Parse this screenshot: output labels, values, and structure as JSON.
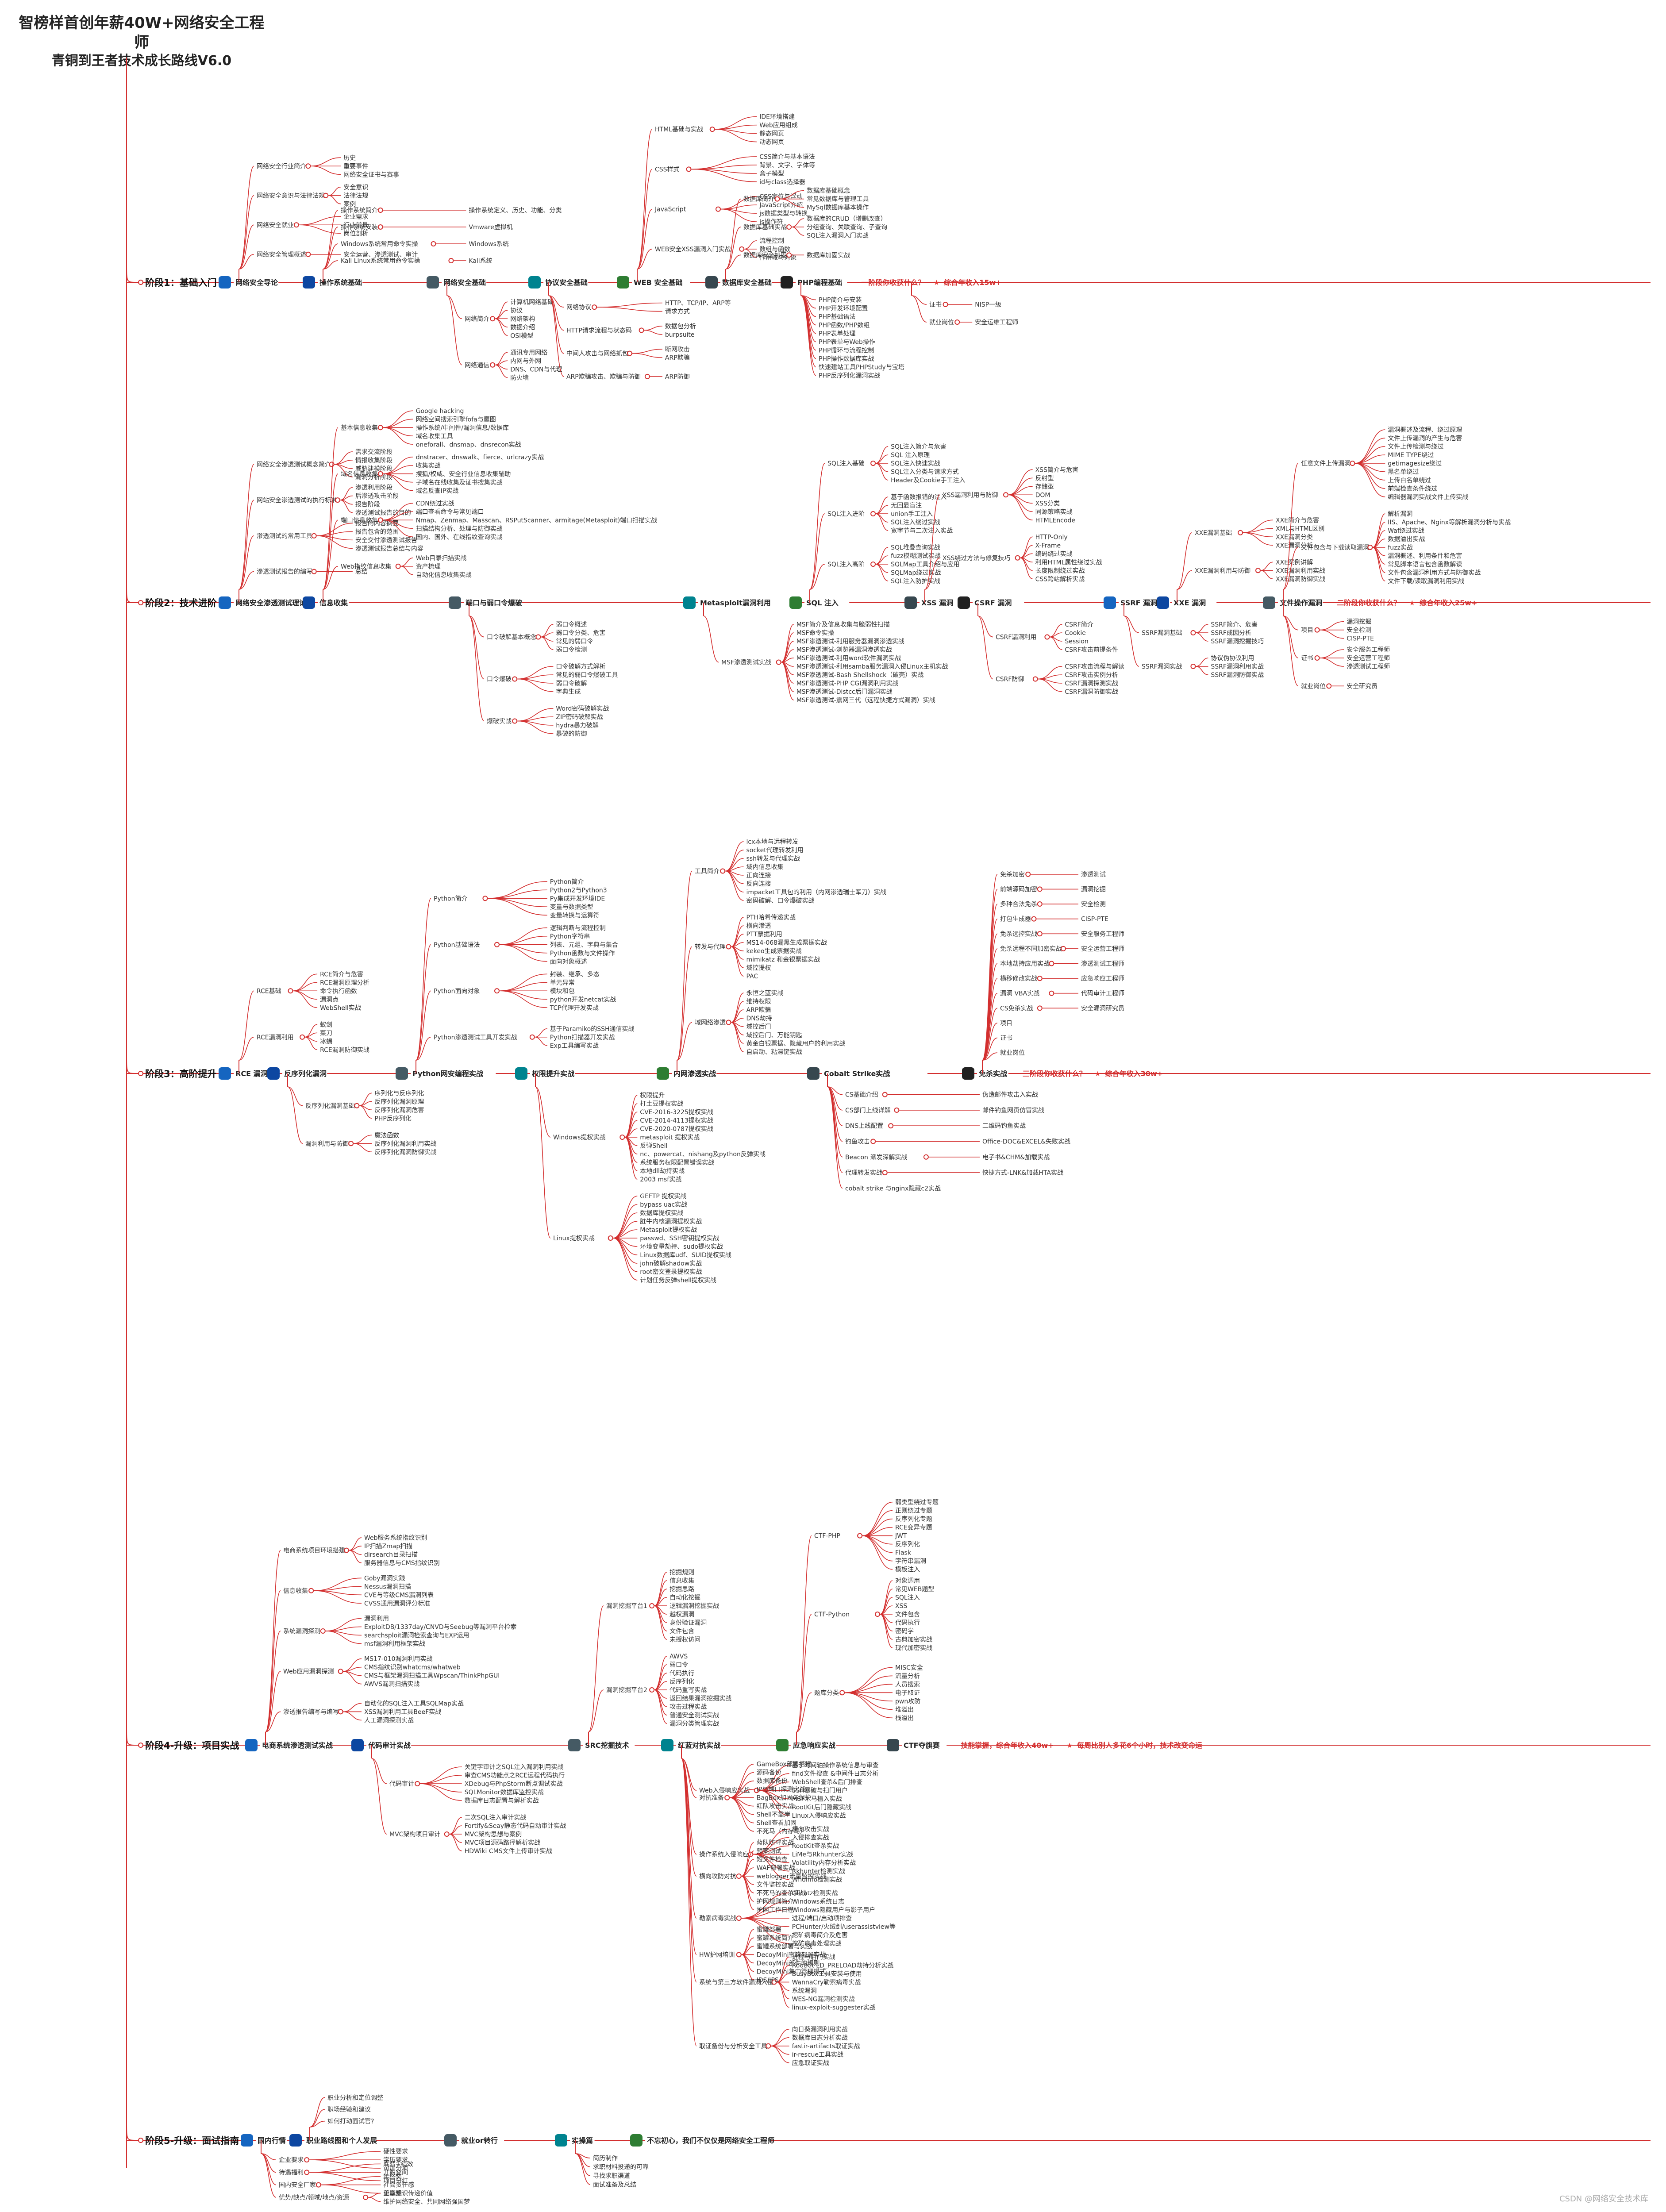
{
  "title": {
    "line1": "智榜样首创年薪40W+网络安全工程师",
    "line2": "青铜到王者技术成长路线V6.0"
  },
  "stages": [
    {
      "label": "阶段1：基础入门",
      "main": [
        "网络安全导论",
        "操作系统基础",
        "网络安全基础",
        "协议安全基础",
        "WEB 安全基础",
        "数据库安全基础",
        "PHP编程基础"
      ],
      "notes": [
        "一阶段你收获什么？",
        "综合年收入15w+"
      ]
    },
    {
      "label": "阶段2：技术进阶",
      "main": [
        "网络安全渗透测试理论",
        "信息收集",
        "端口与弱口令爆破",
        "Metasploit漏洞利用",
        "SQL 注入",
        "XSS 漏洞",
        "CSRF 漏洞",
        "SSRF 漏洞",
        "XXE 漏洞",
        "文件操作漏洞"
      ],
      "notes": [
        "二阶段你收获什么？",
        "综合年收入25w+"
      ]
    },
    {
      "label": "阶段3：高阶提升",
      "main": [
        "RCE 漏洞",
        "反序列化漏洞",
        "Python网安编程实战",
        "权限提升实战",
        "内网渗透实战",
        "Cobalt Strike实战",
        "免杀实战"
      ],
      "notes": [
        "三阶段你收获什么？",
        "综合年收入30w+"
      ]
    },
    {
      "label": "阶段4-升级：项目实战",
      "main": [
        "电商系统渗透测试实战",
        "代码审计实战",
        "SRC挖掘技术",
        "红蓝对抗实战",
        "应急响应实战",
        "CTF夺旗赛"
      ],
      "notes": [
        "技能掌握，综合年收入40w+",
        "每周比别人多花6个小时，技术改变命运"
      ]
    },
    {
      "label": "阶段5-升级：面试指南",
      "main": [
        "国内行情",
        "职业路线图和个人发展",
        "就业or转行",
        "实操篇",
        "不忘初心，我们不仅仅是网络安全工程师"
      ],
      "notes": []
    }
  ],
  "branches": [
    {
      "stage": 0,
      "main": 0,
      "items": [
        "网络安全行业简介",
        "网络安全意识与法律法规",
        "网络安全就业",
        "网络安全管理概述"
      ],
      "subs": [
        "历史",
        "重要事件",
        "网络安全证书与赛事",
        "安全意识",
        "法律法规",
        "案例",
        "企业需求",
        "行业前景",
        "岗位剖析",
        "安全运营、渗透测试、审计"
      ]
    },
    {
      "stage": 0,
      "main": 2,
      "items": [
        "网络简介",
        "网络通信"
      ],
      "subs": [
        "计算机网络基础",
        "协议",
        "网络架构",
        "数据介绍",
        "OSI模型",
        "通讯专用网络",
        "内网与外网",
        "DNS、CDN与代理",
        "防火墙"
      ]
    },
    {
      "stage": 0,
      "main": 4,
      "items": [
        "HTML基础与实战",
        "CSS样式",
        "JavaScript",
        "WEB安全XSS漏洞入门实战"
      ],
      "subs": [
        "IDE环境搭建",
        "Web应用组成",
        "静态网页",
        "动态网页",
        "CSS简介与基本语法",
        "背景、文字、字体等",
        "盒子模型",
        "id与class选择器",
        "CSS定位与浮动",
        "JavaScript介绍",
        "js数据类型与转换",
        "js操作符",
        "流程控制",
        "数组与函数",
        "作用域与对象"
      ]
    },
    {
      "stage": 0,
      "main": 6,
      "items": [
        "PHP简介与安装",
        "PHP开发环境配置",
        "PHP基础语法",
        "PHP函数/PHP数组",
        "PHP表单处理",
        "PHP表单与Web操作",
        "PHP循环与流程控制",
        "PHP操作数据库实战",
        "快速建站工具PHPStudy与宝塔",
        "PHP反序列化漏洞实战"
      ],
      "subs": []
    },
    {
      "stage": 0,
      "main": 1,
      "items": [
        "操作系统简介",
        "操作系统安装",
        "Windows系统常用命令实操",
        "Kali Linux系统常用命令实操"
      ],
      "subs": [
        "操作系统定义、历史、功能、分类",
        "Vmware虚拟机",
        "Windows系统",
        "Kali系统"
      ]
    },
    {
      "stage": 0,
      "main": 3,
      "items": [
        "网络协议",
        "HTTP请求流程与状态码",
        "中间人攻击与网络抓包",
        "ARP欺骗攻击、欺骗与防御"
      ],
      "subs": [
        "HTTP、TCP/IP、ARP等",
        "请求方式",
        "数据包分析",
        "burpsuite",
        "断网攻击",
        "ARP欺骗",
        "ARP防御"
      ]
    },
    {
      "stage": 0,
      "main": 5,
      "items": [
        "数据库简介",
        "数据库基础实战",
        "数据库安全加固"
      ],
      "subs": [
        "数据库基础概念",
        "常见数据库与管理工具",
        "MySql数据库基本操作",
        "数据库的CRUD（增删改查）",
        "分组查询、关联查询、子查询",
        "SQL注入漏洞入门实战",
        "数据库加固实战"
      ]
    },
    {
      "stage": 0,
      "main": 7,
      "items": [
        "证书",
        "就业岗位"
      ],
      "subs": [
        "NISP一级",
        "安全运维工程师"
      ]
    },
    {
      "stage": 1,
      "main": 0,
      "items": [
        "网络安全渗透测试概念简介",
        "网站安全渗透测试的执行标准",
        "渗透测试的常用工具",
        "渗透测试报告的编写"
      ],
      "subs": [
        "需求交流阶段",
        "情报收集阶段",
        "威胁建模阶段",
        "漏洞分析阶段",
        "渗透利用阶段",
        "后渗透攻击阶段",
        "报告阶段",
        "渗透测试报告的目的",
        "报告的内容摘要",
        "报告包含的范围",
        "安全交付渗透测试报告",
        "渗透测试报告总结与内容",
        "总结"
      ]
    },
    {
      "stage": 1,
      "main": 2,
      "items": [
        "口令破解基本概念",
        "口令爆破",
        "爆破实战"
      ],
      "subs": [
        "弱口令概述",
        "弱口令分类、危害",
        "常见的弱口令",
        "弱口令检测",
        "口令破解方式解析",
        "常见的弱口令爆破工具",
        "弱口令破解",
        "字典生成",
        "Word密码破解实战",
        "ZIP密码破解实战",
        "hydra暴力破解",
        "暴破的防御"
      ]
    },
    {
      "stage": 1,
      "main": 4,
      "items": [
        "SQL注入基础",
        "SQL注入进阶",
        "SQL注入高阶"
      ],
      "subs": [
        "SQL注入简介与危害",
        "SQL 注入原理",
        "SQL注入快速实战",
        "SQL注入分类与请求方式",
        "Header及Cookie手工注入",
        "基于函数报错的注入",
        "无回显盲注",
        "union手工注入",
        "SQL注入绕过实战",
        "宽字节与二次注入实战",
        "SQL堆叠查询实战",
        "fuzz模糊测试实战",
        "SQLMap工具介绍与应用",
        "SQLMap绕过实战",
        "SQL注入防护实战"
      ]
    },
    {
      "stage": 1,
      "main": 6,
      "items": [
        "CSRF漏洞利用",
        "CSRF防御"
      ],
      "subs": [
        "CSRF简介",
        "Cookie",
        "Session",
        "CSRF攻击前提条件",
        "CSRF攻击流程与解读",
        "CSRF攻击实例分析",
        "CSRF漏洞探测实战",
        "CSRF漏洞防御实战"
      ]
    },
    {
      "stage": 1,
      "main": 8,
      "items": [
        "XXE漏洞基础",
        "XXE漏洞利用与防御"
      ],
      "subs": [
        "XXE简介与危害",
        "XML与HTML区别",
        "XXE漏洞分类",
        "XXE漏洞分析",
        "XXE案例讲解",
        "XXE漏洞利用实战",
        "XXE漏洞防御实战"
      ]
    },
    {
      "stage": 1,
      "main": 9,
      "items": [
        "项目",
        "证书",
        "就业岗位"
      ],
      "subs": [
        "漏洞挖掘",
        "安全检测",
        "CISP-PTE",
        "安全服务工程师",
        "安全运营工程师",
        "渗透测试工程师",
        "安全研究员"
      ]
    },
    {
      "stage": 1,
      "main": 1,
      "items": [
        "基本信息收集",
        "域名信息收集",
        "端口信息收集",
        "Web指纹信息收集"
      ],
      "subs": [
        "Google hacking",
        "网络空间搜索引擎fofa与鹰图",
        "操作系统/中间件/漏洞信息/数据库",
        "域名收集工具",
        "oneforall、dnsmap、dnsrecon实战",
        "dnstracer、dnswalk、fierce、urlcrazy实战",
        "收集实战",
        "搜狐/权威、安全行业信息收集辅助",
        "子域名在线收集及证书搜集实战",
        "域名反查IP实战",
        "CDN绕过实战",
        "端口查看命令与常见端口",
        "Nmap、Zenmap、Masscan、RSPutScanner、armitage(Metasploit)端口扫描实战",
        "扫描结构分析、处理与防御实战",
        "国内、国外、在线指纹查询实战",
        "Web目录扫描实战",
        "资产梳理",
        "自动化信息收集实战"
      ]
    },
    {
      "stage": 1,
      "main": 3,
      "items": [
        "MSF渗透测试实战"
      ],
      "subs": [
        "MSF简介及信息收集与脆弱性扫描",
        "MSF命令实操",
        "MSF渗透测试-利用服务器漏洞渗透实战",
        "MSF渗透测试-浏览器漏洞渗透实战",
        "MSF渗透测试-利用word软件漏洞实战",
        "MSF渗透测试-利用samba服务漏洞入侵Linux主机实战",
        "MSF渗透测试-Bash Shellshock（破壳）实战",
        "MSF渗透测试-PHP CGI漏洞利用实战",
        "MSF渗透测试-Distcc后门漏洞实战",
        "MSF渗透测试-震网三代（远程快捷方式漏洞）实战"
      ]
    },
    {
      "stage": 1,
      "main": 5,
      "items": [
        "XSS漏洞利用与防御",
        "XSS绕过方法与修复技巧"
      ],
      "subs": [
        "XSS简介与危害",
        "反射型",
        "存储型",
        "DOM",
        "XSS分类",
        "同源策略实战",
        "HTMLEncode",
        "HTTP-Only",
        "X-Frame",
        "编码绕过实战",
        "利用HTML属性绕过实战",
        "长度限制绕过实战",
        "CSS跨站解析实战"
      ]
    },
    {
      "stage": 1,
      "main": 7,
      "items": [
        "SSRF漏洞基础",
        "SSRF漏洞实战"
      ],
      "subs": [
        "SSRF简介、危害",
        "SSRF成因分析",
        "SSRF漏洞挖掘技巧",
        "协议伪协议利用",
        "SSRF漏洞利用实战",
        "SSRF漏洞防御实战"
      ]
    },
    {
      "stage": 1,
      "main": 9,
      "items": [
        "任意文件上传漏洞",
        "文件包含与下载读取漏洞"
      ],
      "subs": [
        "漏洞概述及流程、绕过原理",
        "文件上传漏洞的产生与危害",
        "文件上传检测与绕过",
        "MIME TYPE绕过",
        "getimagesize绕过",
        "黑名单绕过",
        "上传白名单绕过",
        "前端检查条件绕过",
        "编辑器漏洞实战文件上传实战",
        "解析漏洞",
        "IIS、Apache、Nginx等解析漏洞分析与实战",
        "Waf绕过实战",
        "数据溢出实战",
        "fuzz实战",
        "漏洞概述、利用条件和危害",
        "常见脚本语言包含函数解读",
        "文件包含漏洞利用方式与防御实战",
        "文件下载/读取漏洞利用实战"
      ]
    },
    {
      "stage": 2,
      "main": 0,
      "items": [
        "RCE基础",
        "RCE漏洞利用"
      ],
      "subs": [
        "RCE简介与危害",
        "RCE漏洞原理分析",
        "命令执行函数",
        "漏洞点",
        "WebShell实战",
        "蚁剑",
        "菜刀",
        "冰蝎",
        "RCE漏洞防御实战"
      ]
    },
    {
      "stage": 2,
      "main": 1,
      "items": [
        "反序列化漏洞基础",
        "漏洞利用与防御"
      ],
      "subs": [
        "序列化与反序列化",
        "反序列化漏洞原理",
        "反序列化漏洞危害",
        "PHP反序列化",
        "魔法函数",
        "反序列化漏洞利用实战",
        "反序列化漏洞防御实战"
      ]
    },
    {
      "stage": 2,
      "main": 2,
      "items": [
        "Python简介",
        "Python基础语法",
        "Python面向对象",
        "Python渗透测试工具开发实战"
      ],
      "subs": [
        "Python简介",
        "Python2与Python3",
        "Py集成开发环境IDE",
        "变量与数据类型",
        "变量转换与运算符",
        "逻辑判断与流程控制",
        "Python字符串",
        "列表、元组、字典与集合",
        "Python函数与文件操作",
        "面向对象概述",
        "封装、继承、多态",
        "单元异常",
        "模块和包",
        "python开发netcat实战",
        "TCP代理开发实战",
        "基于Paramiko的SSH通信实战",
        "Python扫描器开发实战",
        "Exp工具编写实战"
      ]
    },
    {
      "stage": 2,
      "main": 3,
      "items": [
        "Windows提权实战",
        "Linux提权实战"
      ],
      "subs": [
        "权限提升",
        "打土豆提权实战",
        "CVE-2016-3225提权实战",
        "CVE-2014-4113提权实战",
        "CVE-2020-0787提权实战",
        "metasploit 提权实战",
        "反弹Shell",
        "nc、powercat、nishang及python反弹实战",
        "系统服务权限配置错误实战",
        "本地dll劫持实战",
        "2003 msf实战",
        "GEFTP 提权实战",
        "bypass uac实战",
        "数据库提权实战",
        "脏牛内核漏洞提权实战",
        "Metasploit提权实战",
        "passwd、SSH密钥提权实战",
        "环境变量劫持、sudo提权实战",
        "Linux数据库udf、SUID提权实战",
        "john破解shadow实战",
        "root密文登录提权实战",
        "计划任务反弹shell提权实战"
      ]
    },
    {
      "stage": 2,
      "main": 4,
      "items": [
        "工具简介",
        "转发与代理",
        "域网络渗透"
      ],
      "subs": [
        "lcx本地与远程转发",
        "socket代理转发利用",
        "ssh转发与代理实战",
        "域内信息收集",
        "正向连接",
        "反向连接",
        "impacket工具包的利用（内网渗透瑞士军刀）实战",
        "密码破解、口令爆破实战",
        "PTH哈希传递实战",
        "横向渗透",
        "PTT票据利用",
        "MS14-068漏黑生成票据实战",
        "kekeo生成票据实战",
        "mimikatz 和金银票据实战",
        "域控提权",
        "PAC",
        "永恒之蓝实战",
        "维持权限",
        "ARP欺骗",
        "DNS劫持",
        "域控后门",
        "域控后门、万能钥匙",
        "黄金白银票据、隐藏用户的利用实战",
        "自启动、粘滞键实战"
      ]
    },
    {
      "stage": 2,
      "main": 5,
      "items": [
        "CS基础介绍",
        "CS部门上线详解",
        "DNS上线配置",
        "钓鱼攻击",
        "Beacon 派发深解实战",
        "代理转发实战",
        "cobalt strike 与nginx隐藏c2实战"
      ],
      "subs": [
        "伪造邮件攻击入实战",
        "邮件钓鱼网页仿冒实战",
        "二维码钓鱼实战",
        "Office-DOC&EXCEL&失败实战",
        "电子书&CHM&加载实战",
        "快捷方式-LNK&加载HTA实战"
      ]
    },
    {
      "stage": 2,
      "main": 6,
      "items": [
        "免杀加密",
        "前端源码加密",
        "多种合法免杀",
        "打包生成器",
        "免杀远控实战",
        "免杀远程不同加密实战",
        "本地劫持应用实战",
        "横移修改实战",
        "漏洞 VBA实战",
        "CS免杀实战",
        "项目",
        "证书",
        "就业岗位"
      ],
      "subs": [
        "渗透测试",
        "漏洞挖掘",
        "安全检测",
        "CISP-PTE",
        "安全服务工程师",
        "安全运营工程师",
        "渗透测试工程师",
        "应急响应工程师",
        "代码审计工程师",
        "安全漏洞研究员"
      ]
    },
    {
      "stage": 3,
      "main": 0,
      "items": [
        "电商系统项目环境搭建",
        "信息收集",
        "系统漏洞探测",
        "Web应用漏洞探测",
        "渗透报告编写与编写"
      ],
      "subs": [
        "Web服务系统指纹识别",
        "IP扫描Zmap扫描",
        "dirsearch目录扫描",
        "服务器信息与CMS指纹识别",
        "Goby漏洞实践",
        "Nessus漏洞扫描",
        "CVE与等级CMS漏洞列表",
        "CVSS通用漏洞评分标准",
        "漏洞利用",
        "ExploitDB/1337day/CNVD与Seebug等漏洞平台检索",
        "searchsploit漏洞检索查询与EXP运用",
        "msf漏洞利用框架实战",
        "MS17-010漏洞利用实战",
        "CMS指纹识别whatcms/whatweb",
        "CMS与框架漏洞扫描工具Wpscan/ThinkPhpGUI",
        "AWVS漏洞扫描实战",
        "自动化的SQL注入工具SQLMap实战",
        "XSS漏洞利用工具BeeF实战",
        "人工漏洞探测实战"
      ]
    },
    {
      "stage": 3,
      "main": 1,
      "items": [
        "代码审计",
        "MVC架构项目审计"
      ],
      "subs": [
        "关键字审计之SQL注入漏洞利用实战",
        "审查CMS功能点之RCE远程代码执行",
        "XDebug与PhpStorm断点调试实战",
        "SQLMonitor数据库监控实战",
        "数据库日志配置与解析实战",
        "二次SQL注入审计实战",
        "Fortify&Seay静态代码自动审计实战",
        "MVC架构思想与案例",
        "MVC项目源码路径解析实战",
        "HDWiki CMS文件上传审计实战"
      ]
    },
    {
      "stage": 3,
      "main": 2,
      "items": [
        "漏洞挖掘平台1",
        "漏洞挖掘平台2"
      ],
      "subs": [
        "挖掘规则",
        "信息收集",
        "挖掘思路",
        "自动化挖掘",
        "逻辑漏洞挖掘实战",
        "越权漏洞",
        "身份验证漏洞",
        "文件包含",
        "未授权访问",
        "AWVS",
        "弱口令",
        "代码执行",
        "反序列化",
        "代码重写实战",
        "返回结果漏洞挖掘实战",
        "攻击过程实战",
        "普通安全测试实战",
        "漏洞分类管理实战"
      ]
    },
    {
      "stage": 3,
      "main": 3,
      "items": [
        "Web入侵响应实战",
        "操作系统入侵响应",
        "勒索病毒实战",
        "系统与第三方软件漏洞入侵",
        "取证备份与分析安全工具"
      ],
      "subs": [
        "基于时间轴操作系统信息与审查",
        "find文件搜查 &中间件日志分析",
        "WebShell查杀&后门排查",
        "SSH暴破与扫门用户",
        "MSF木马植入实战",
        "RootKit后门隐藏实战",
        "Linux入侵响应实战",
        "横向攻击实战",
        "入侵排查实战",
        "RootKit查杀实战",
        "LiMe与Rkhunter实战",
        "Volatility内存分析实战",
        "Rkhunter检测实战",
        "Whoinfo检测实战",
        "Glicatz检测实战",
        "Windows系统日志",
        "Windows隐藏用户与影子用户",
        "进程/端口/启动项排查",
        "PCHunter/火绒剑/userassistview等",
        "挖矿病毒简介及危害",
        "挖矿病毒处理实战",
        "进程与后门实战",
        "RootKit LD_PRELOAD劫持分析实战",
        "BusyBox工具安装与使用",
        "WannaCry勒索病毒实战",
        "系统漏洞",
        "WES-NG漏洞检测实战",
        "linux-exploit-suggester实战",
        "向日葵漏洞利用实战",
        "数据库日志分析实战",
        "fastir-artifacts取证实战",
        "ir-rescue工具实战",
        "应急取证实战"
      ]
    },
    {
      "stage": 3,
      "main": 4,
      "items": [
        "CTF-PHP",
        "CTF-Python",
        "题库分类"
      ],
      "subs": [
        "弱类型绕过专题",
        "正则绕过专题",
        "反序列化专题",
        "RCE变异专题",
        "JWT",
        "反序列化",
        "Flask",
        "字符串漏洞",
        "模板注入",
        "对象调用",
        "常见WEB题型",
        "SQL注入",
        "XSS",
        "文件包含",
        "代码执行",
        "密码学",
        "古典加密实战",
        "现代加密实战",
        "MISC安全",
        "流量分析",
        "人员搜索",
        "电子取证",
        "pwn攻防",
        "堆溢出",
        "栈溢出"
      ]
    },
    {
      "stage": 3,
      "main": 3,
      "items": [
        "对抗准备",
        "横向攻防对抗",
        "HW护网培训"
      ],
      "subs": [
        "GameBox部署搭建",
        "源码备份",
        "数据库备份",
        "IP与端口探测实战",
        "BagBox加固与保护",
        "红队攻击实战",
        "Shell不靠岸",
        "Shell查看加固",
        "不死马（内存马）",
        "蓝队防守实战",
        "预案测试",
        "短文件检查",
        "WAF部署实战",
        "weblogger流量监控实战",
        "文件监控实战",
        "不死马的查杀实战",
        "护网规则简介",
        "护网工作日程",
        "蜜罐部署",
        "蜜罐系统简介",
        "蜜罐系统部署与实战",
        "DecoyMini蜜罐部署实战",
        "DecoyMini部件的规则",
        "DecoyMini集中管理模式",
        "IDS/IPS"
      ]
    },
    {
      "stage": 4,
      "main": 0,
      "items": [
        "企业要求",
        "待遇福利",
        "国内安全厂家",
        "优势/缺点/领域/地点/资源"
      ],
      "subs": [
        "硬性要求",
        "学历要求",
        "可加分项",
        "底薪+绩效",
        "升职空间",
        "项目分红",
        "年终奖",
        "社会责任感",
        "分享知识传递价值",
        "正能量",
        "维护网络安全、共同网络强国梦"
      ]
    },
    {
      "stage": 4,
      "main": 1,
      "items": [
        "职业分析和定位调整",
        "职场经验和建议",
        "如何打动面试官?"
      ],
      "subs": []
    },
    {
      "stage": 4,
      "main": 3,
      "items": [
        "简历制作",
        "求职材料投递的可靠",
        "寻找求职渠道",
        "面试准备及总结"
      ],
      "subs": []
    }
  ],
  "watermark": "CSDN @网络安全技术库"
}
